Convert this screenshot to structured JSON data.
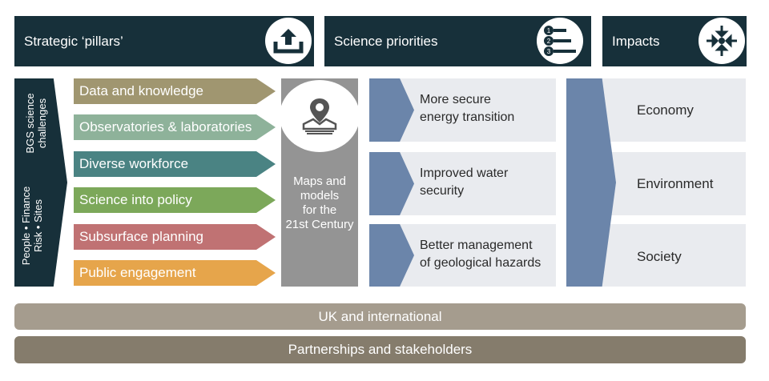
{
  "headers": {
    "strategic": "Strategic ‘pillars’",
    "science": "Science priorities",
    "impacts": "Impacts"
  },
  "icons": {
    "strategic": "upload-tray-icon",
    "science": "ranked-list-icon",
    "impacts": "converging-arrows-icon",
    "maps": "map-pin-icon"
  },
  "science_list_numbers": [
    "1",
    "2",
    "3"
  ],
  "side_labels": {
    "top_line1": "BGS science",
    "top_line2": "challenges",
    "bottom_line1": "People • Finance",
    "bottom_line2": "Risk • Sites"
  },
  "pillars": [
    {
      "label": "Data and knowledge",
      "color": "#a09670"
    },
    {
      "label": "Observatories & laboratories",
      "color": "#8eb29a"
    },
    {
      "label": "Diverse workforce",
      "color": "#4a8383"
    },
    {
      "label": "Science into policy",
      "color": "#7ca85a"
    },
    {
      "label": "Subsurface planning",
      "color": "#c07273"
    },
    {
      "label": "Public engagement",
      "color": "#e6a54b"
    }
  ],
  "maps": {
    "line1": "Maps and",
    "line2": "models",
    "line3": "for the",
    "line4": "21st Century"
  },
  "priorities": [
    {
      "line1": "More secure",
      "line2": "energy transition"
    },
    {
      "line1": "Improved water",
      "line2": "security"
    },
    {
      "line1": "Better management",
      "line2": "of geological hazards"
    }
  ],
  "impacts": [
    "Economy",
    "Environment",
    "Society"
  ],
  "bars": {
    "uk": "UK and international",
    "partnerships": "Partnerships and stakeholders"
  },
  "colors": {
    "navy": "#17303a",
    "grey_column": "#949494",
    "chevron_blue": "#6b85aa",
    "panel_bg": "#e9ebef",
    "bar_uk": "#a59c8e",
    "bar_partners": "#857c6c"
  }
}
